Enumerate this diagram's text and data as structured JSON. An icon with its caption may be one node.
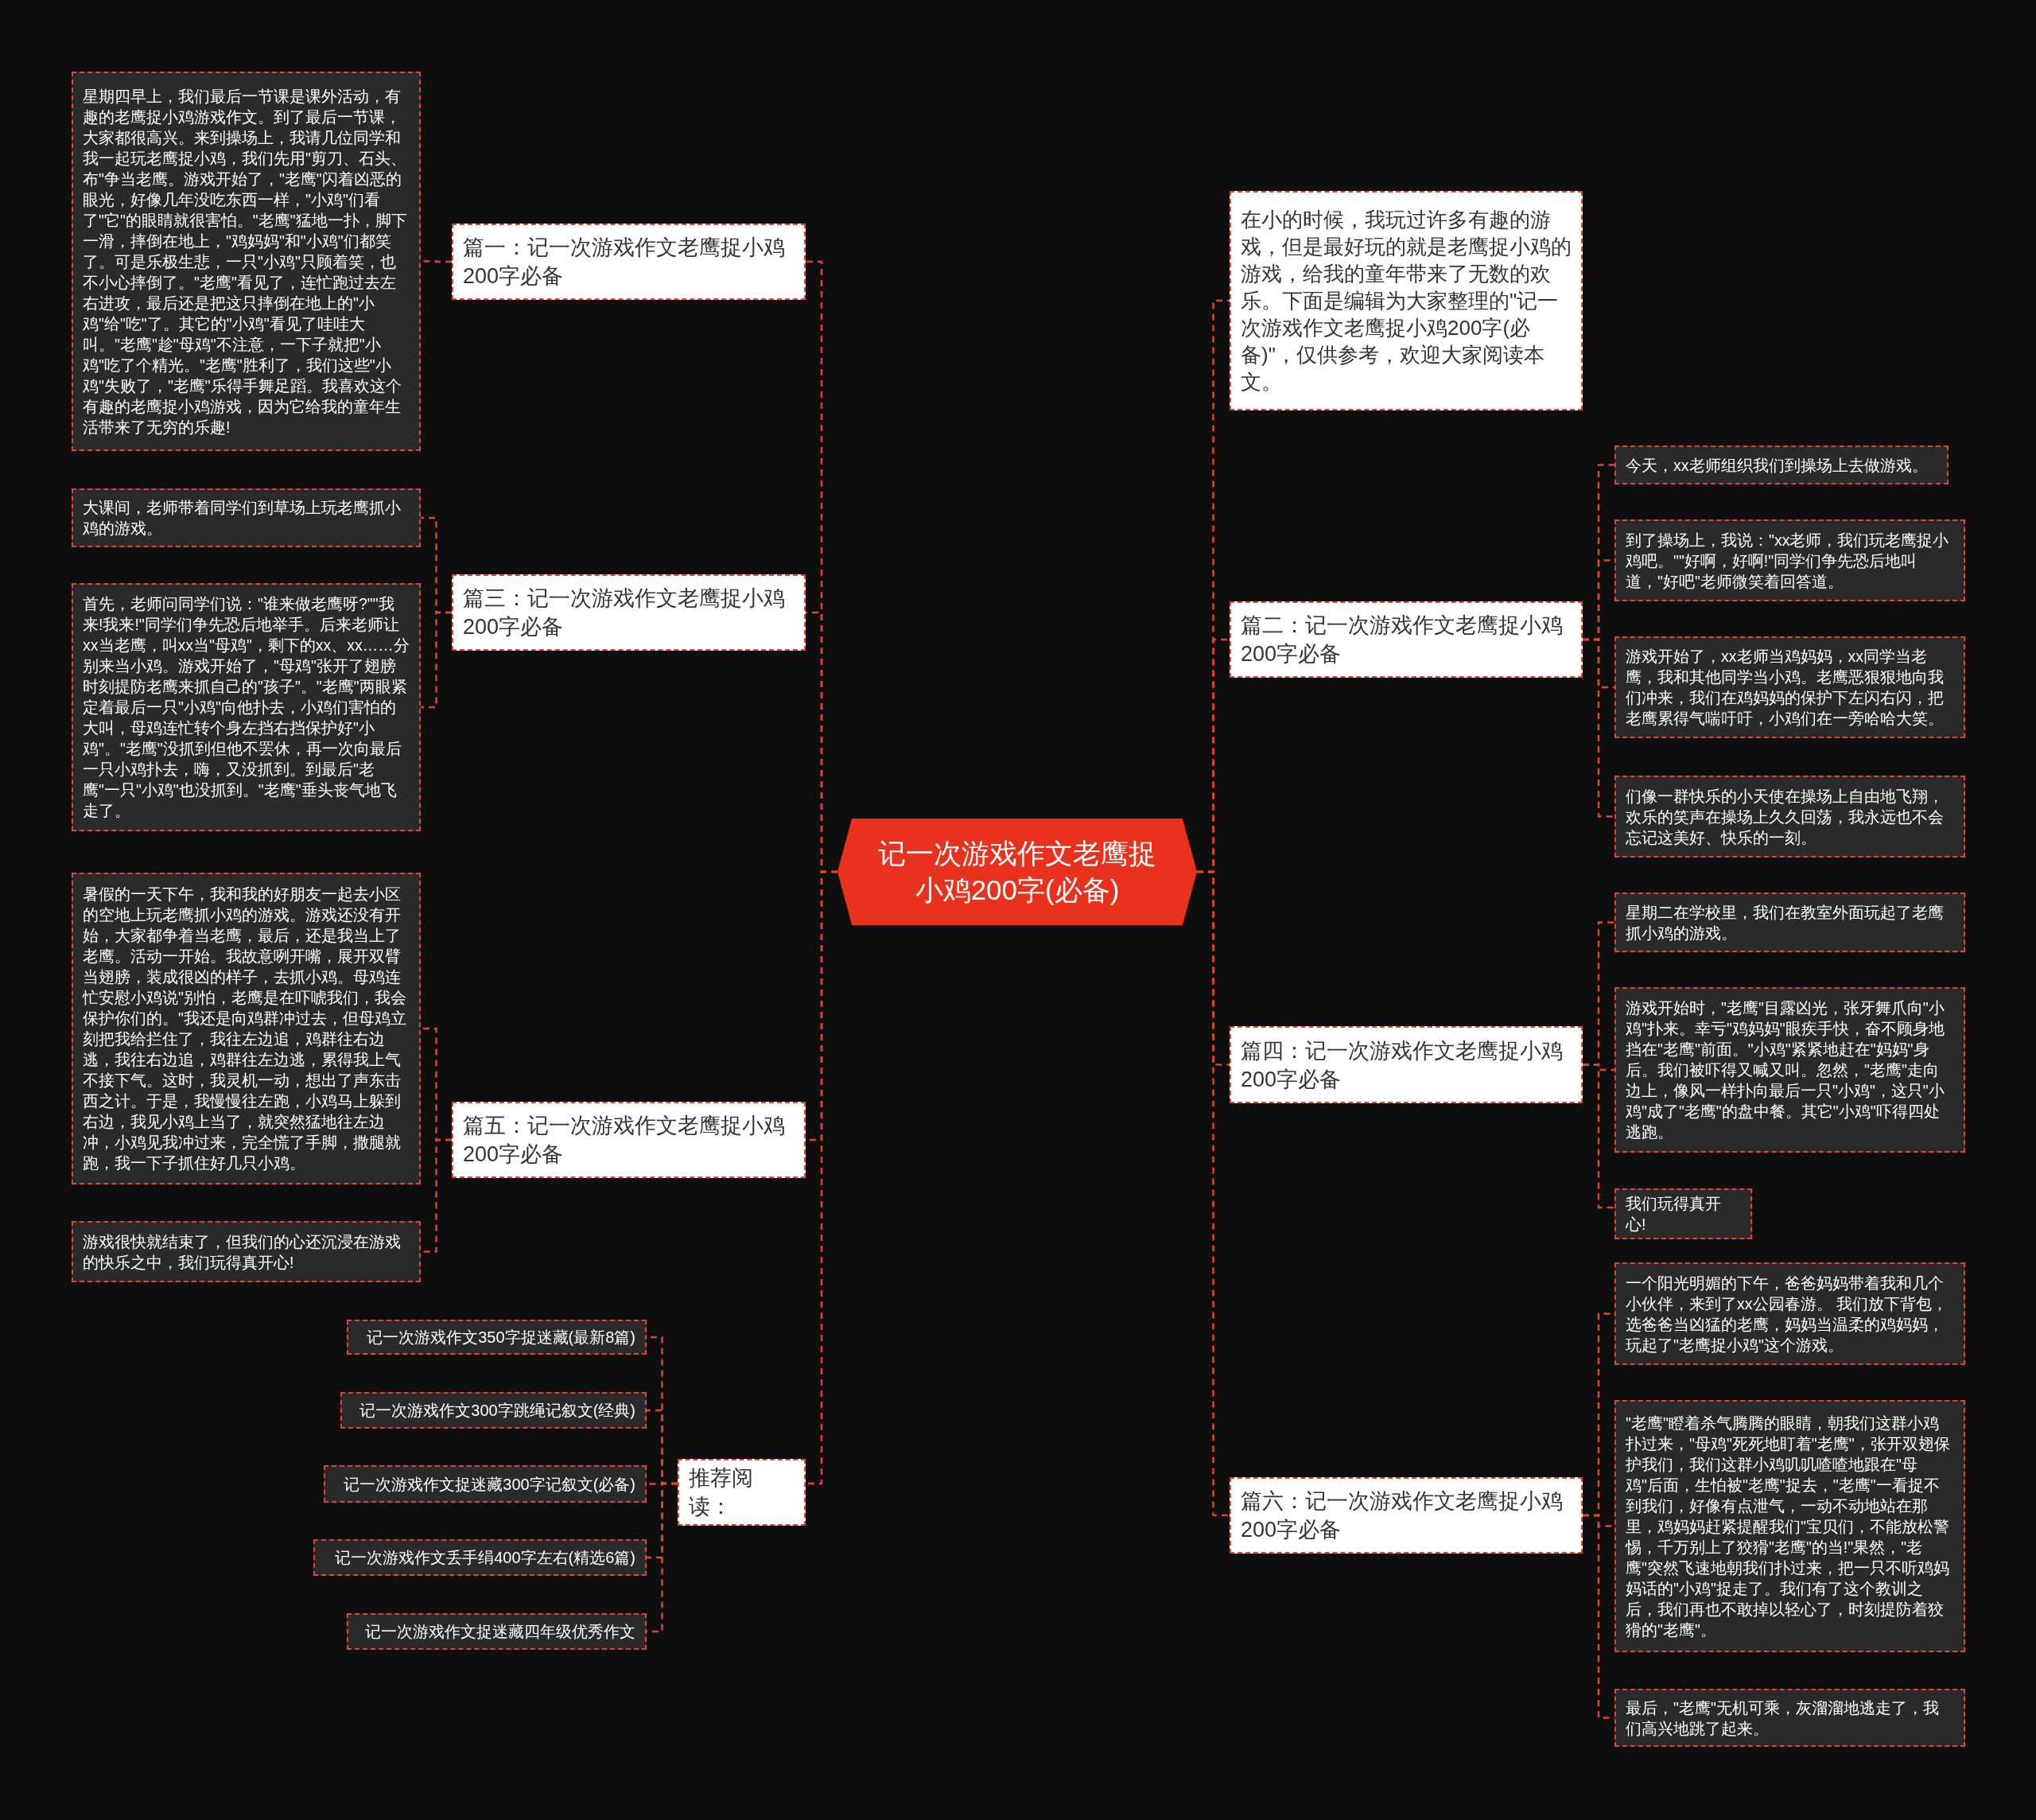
{
  "diagram": {
    "nodes": [
      {
        "text": [
          "记一次游戏作文老鹰捉小鸡200字(必备)"
        ]
      },
      {
        "text": [
          "篇一：记一次游戏作文老鹰捉小鸡200字必备"
        ]
      },
      {
        "text": [
          "星期四早上，我们最后一节课是课外活动，有趣的老鹰捉小鸡游戏作文。到了最后一节课，大家都很高兴。来到操场上，我请几位同学和我一起玩老鹰捉小鸡，我们先用\"剪刀、石头、布\"争当老鹰。游戏开始了，\"老鹰\"闪着凶恶的眼光，好像几年没吃东西一样，\"小鸡\"们看了\"它\"的眼睛就很害怕。\"老鹰\"猛地一扑，脚下一滑，摔倒在地上，\"鸡妈妈\"和\"小鸡\"们都笑了。可是乐极生悲，一只\"小鸡\"只顾着笑，也不小心摔倒了。\"老鹰\"看见了，连忙跑过去左右进攻，最后还是把这只摔倒在地上的\"小鸡\"给\"吃\"了。其它的\"小鸡\"看见了哇哇大叫。\"老鹰\"趁\"母鸡\"不注意，一下子就把\"小鸡\"吃了个精光。\"老鹰\"胜利了，我们这些\"小鸡\"失败了，\"老鹰\"乐得手舞足蹈。我喜欢这个有趣的老鹰捉小鸡游戏，因为它给我的童年生活带来了无穷的乐趣!"
        ]
      },
      {
        "text": [
          "篇三：记一次游戏作文老鹰捉小鸡200字必备"
        ]
      },
      {
        "text": [
          "大课间，老师带着同学们到草场上玩老鹰抓小鸡的游戏。"
        ]
      },
      {
        "text": [
          "首先，老师问同学们说：\"谁来做老鹰呀?\"\"我来!我来!\"同学们争先恐后地举手。后来老师让xx当老鹰，叫xx当\"母鸡\"，剩下的xx、xx……分别来当小鸡。游戏开始了，\"母鸡\"张开了翅膀时刻提防老鹰来抓自己的\"孩子\"。\"老鹰\"两眼紧定着最后一只\"小鸡\"向他扑去，小鸡们害怕的大叫，母鸡连忙转个身左挡右挡保护好\"小鸡\"。\"老鹰\"没抓到但他不罢休，再一次向最后一只小鸡扑去，嗨，又没抓到。到最后\"老鹰\"一只\"小鸡\"也没抓到。\"老鹰\"垂头丧气地飞走了。"
        ]
      },
      {
        "text": [
          "篇五：记一次游戏作文老鹰捉小鸡200字必备"
        ]
      },
      {
        "text": [
          "暑假的一天下午，我和我的好朋友一起去小区的空地上玩老鹰抓小鸡的游戏。游戏还没有开始，大家都争着当老鹰，最后，还是我当上了老鹰。活动一开始。我故意咧开嘴，展开双臂当翅膀，装成很凶的样子，去抓小鸡。母鸡连忙安慰小鸡说\"别怕，老鹰是在吓唬我们，我会保护你们的。\"我还是向鸡群冲过去，但母鸡立刻把我给拦住了，我往左边追，鸡群往右边逃，我往右边追，鸡群往左边逃，累得我上气不接下气。这时，我灵机一动，想出了声东击西之计。于是，我慢慢往左跑，小鸡马上躲到右边，我见小鸡上当了，就突然猛地往左边冲，小鸡见我冲过来，完全慌了手脚，撒腿就跑，我一下子抓住好几只小鸡。"
        ]
      },
      {
        "text": [
          "游戏很快就结束了，但我们的心还沉浸在游戏的快乐之中，我们玩得真开心!"
        ]
      },
      {
        "text": [
          "推荐阅读："
        ]
      },
      {
        "text": [
          "记一次游戏作文350字捉迷藏(最新8篇)"
        ]
      },
      {
        "text": [
          "记一次游戏作文300字跳绳记叙文(经典)"
        ]
      },
      {
        "text": [
          "记一次游戏作文捉迷藏300字记叙文(必备)"
        ]
      },
      {
        "text": [
          "记一次游戏作文丢手绢400字左右(精选6篇)"
        ]
      },
      {
        "text": [
          "记一次游戏作文捉迷藏四年级优秀作文"
        ]
      },
      {
        "text": [
          "在小的时候，我玩过许多有趣的游戏，但是最好玩的就是老鹰捉小鸡的游戏，给我的童年带来了无数的欢乐。下面是编辑为大家整理的\"记一次游戏作文老鹰捉小鸡200字(必备)\"，仅供参考，欢迎大家阅读本文。"
        ]
      },
      {
        "text": [
          "篇二：记一次游戏作文老鹰捉小鸡200字必备"
        ]
      },
      {
        "text": [
          "今天，xx老师组织我们到操场上去做游戏。"
        ]
      },
      {
        "text": [
          "到了操场上，我说：\"xx老师，我们玩老鹰捉小鸡吧。\"\"好啊，好啊!\"同学们争先恐后地叫道，\"好吧\"老师微笑着回答道。"
        ]
      },
      {
        "text": [
          "游戏开始了，xx老师当鸡妈妈，xx同学当老鹰，我和其他同学当小鸡。老鹰恶狠狠地向我们冲来，我们在鸡妈妈的保护下左闪右闪，把老鹰累得气喘吁吁，小鸡们在一旁哈哈大笑。"
        ]
      },
      {
        "text": [
          "们像一群快乐的小天使在操场上自由地飞翔，欢乐的笑声在操场上久久回荡，我永远也不会忘记这美好、快乐的一刻。"
        ]
      },
      {
        "text": [
          "篇四：记一次游戏作文老鹰捉小鸡200字必备"
        ]
      },
      {
        "text": [
          "星期二在学校里，我们在教室外面玩起了老鹰抓小鸡的游戏。"
        ]
      },
      {
        "text": [
          "游戏开始时，\"老鹰\"目露凶光，张牙舞爪向\"小鸡\"扑来。幸亏\"鸡妈妈\"眼疾手快，奋不顾身地挡在\"老鹰\"前面。\"小鸡\"紧紧地赶在\"妈妈\"身后。我们被吓得又喊又叫。忽然，\"老鹰\"走向边上，像风一样扑向最后一只\"小鸡\"，这只\"小鸡\"成了\"老鹰\"的盘中餐。其它\"小鸡\"吓得四处逃跑。"
        ]
      },
      {
        "text": [
          "我们玩得真开心!"
        ]
      },
      {
        "text": [
          "篇六：记一次游戏作文老鹰捉小鸡200字必备"
        ]
      },
      {
        "text": [
          "一个阳光明媚的下午，爸爸妈妈带着我和几个小伙伴，来到了xx公园春游。 我们放下背包，选爸爸当凶猛的老鹰，妈妈当温柔的鸡妈妈，玩起了\"老鹰捉小鸡\"这个游戏。"
        ]
      },
      {
        "text": [
          "\"老鹰\"瞪着杀气腾腾的眼睛，朝我们这群小鸡扑过来，\"母鸡\"死死地盯着\"老鹰\"，张开双翅保护我们，我们这群小鸡叽叽喳喳地跟在\"母鸡\"后面，生怕被\"老鹰\"捉去，\"老鹰\"一看捉不到我们，好像有点泄气，一动不动地站在那里，鸡妈妈赶紧提醒我们\"宝贝们，不能放松警惕，千万别上了狡猾\"老鹰\"的当!\"果然，\"老鹰\"突然飞速地朝我们扑过来，把一只不听鸡妈妈话的\"小鸡\"捉走了。我们有了这个教训之后，我们再也不敢掉以轻心了，时刻提防着狡猾的\"老鹰\"。"
        ]
      },
      {
        "text": [
          "最后，\"老鹰\"无机可乘，灰溜溜地逃走了，我们高兴地跳了起来。"
        ]
      }
    ],
    "edges": [
      {
        "from": 0,
        "to": 1,
        "arrow": "none"
      },
      {
        "from": 1,
        "to": 2,
        "arrow": "none"
      },
      {
        "from": 0,
        "to": 3,
        "arrow": "none"
      },
      {
        "from": 3,
        "to": 4,
        "arrow": "none"
      },
      {
        "from": 3,
        "to": 5,
        "arrow": "none"
      },
      {
        "from": 0,
        "to": 6,
        "arrow": "none"
      },
      {
        "from": 6,
        "to": 7,
        "arrow": "none"
      },
      {
        "from": 6,
        "to": 8,
        "arrow": "none"
      },
      {
        "from": 0,
        "to": 9,
        "arrow": "none"
      },
      {
        "from": 9,
        "to": 10,
        "arrow": "none"
      },
      {
        "from": 9,
        "to": 11,
        "arrow": "none"
      },
      {
        "from": 9,
        "to": 12,
        "arrow": "none"
      },
      {
        "from": 9,
        "to": 13,
        "arrow": "none"
      },
      {
        "from": 9,
        "to": 14,
        "arrow": "none"
      },
      {
        "from": 0,
        "to": 15,
        "arrow": "none"
      },
      {
        "from": 0,
        "to": 16,
        "arrow": "none"
      },
      {
        "from": 16,
        "to": 17,
        "arrow": "none"
      },
      {
        "from": 16,
        "to": 18,
        "arrow": "none"
      },
      {
        "from": 16,
        "to": 19,
        "arrow": "none"
      },
      {
        "from": 16,
        "to": 20,
        "arrow": "none"
      },
      {
        "from": 0,
        "to": 21,
        "arrow": "none"
      },
      {
        "from": 21,
        "to": 22,
        "arrow": "none"
      },
      {
        "from": 21,
        "to": 23,
        "arrow": "none"
      },
      {
        "from": 21,
        "to": 24,
        "arrow": "none"
      },
      {
        "from": 0,
        "to": 25,
        "arrow": "none"
      },
      {
        "from": 25,
        "to": 26,
        "arrow": "none"
      },
      {
        "from": 25,
        "to": 27,
        "arrow": "none"
      },
      {
        "from": 25,
        "to": 28,
        "arrow": "none"
      }
    ]
  }
}
